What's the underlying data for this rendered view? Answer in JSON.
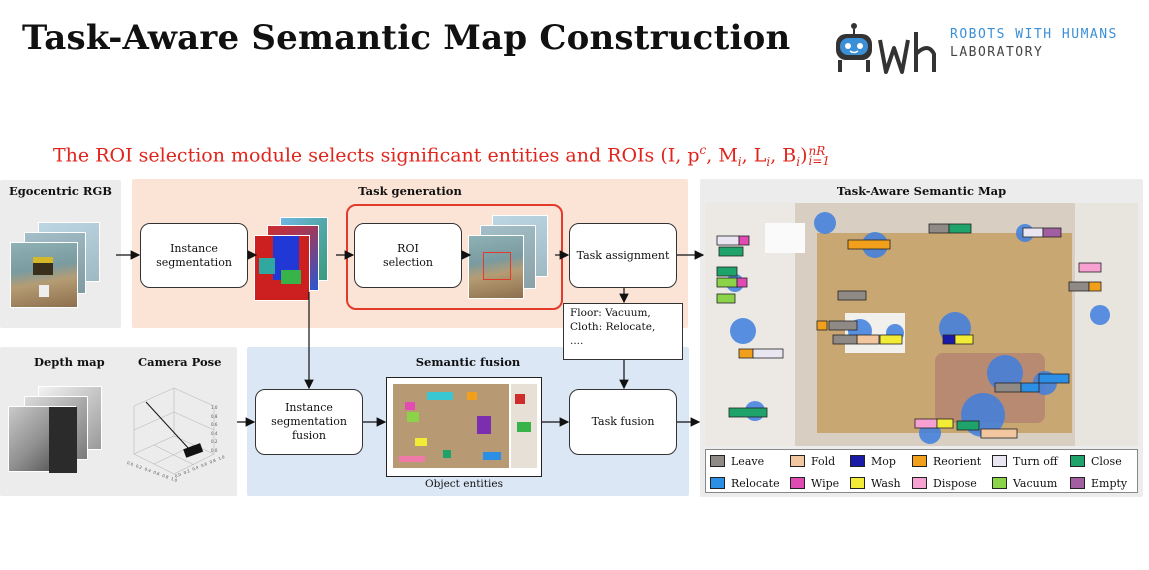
{
  "header": {
    "title": "Task-Aware Semantic Map Construction",
    "logo_line1": "ROBOTS WITH HUMANS",
    "logo_line2": "LABORATORY"
  },
  "subtitle": {
    "text": "The ROI selection module selects significant entities and ROIs (I, p",
    "sup1": "c",
    "text2": ", M",
    "sub_i1": "i",
    "text3": ", L",
    "sub_i2": "i",
    "text4": ", B",
    "sub_i3": "i",
    "text5": ")",
    "sup_nr": "nR",
    "sub_range": "i=1"
  },
  "panels": {
    "egocentric": "Egocentric RGB",
    "task_generation": "Task generation",
    "depth_map": "Depth map",
    "camera_pose": "Camera Pose",
    "semantic_fusion": "Semantic fusion",
    "semantic_map": "Task-Aware Semantic Map"
  },
  "nodes": {
    "instance_seg_1": "Instance",
    "instance_seg_2": "segmentation",
    "roi_1": "ROI",
    "roi_2": "selection",
    "task_assignment": "Task assignment",
    "isf_1": "Instance",
    "isf_2": "segmentation",
    "isf_3": "fusion",
    "task_fusion": "Task fusion",
    "object_entities": "Object entities"
  },
  "assignment_note": {
    "line1": "Floor: Vacuum,",
    "line2": "Cloth: Relocate,",
    "line3": "...."
  },
  "legend": [
    {
      "label": "Leave",
      "color": "#8f8a86"
    },
    {
      "label": "Fold",
      "color": "#f2c7a0"
    },
    {
      "label": "Mop",
      "color": "#1a1aa8"
    },
    {
      "label": "Reorient",
      "color": "#f2a01c"
    },
    {
      "label": "Turn off",
      "color": "#e9e6f2"
    },
    {
      "label": "Close",
      "color": "#1ea36a"
    },
    {
      "label": "Relocate",
      "color": "#2b8fe6"
    },
    {
      "label": "Wipe",
      "color": "#e04bb3"
    },
    {
      "label": "Wash",
      "color": "#f2ec36"
    },
    {
      "label": "Dispose",
      "color": "#f7a1d3"
    },
    {
      "label": "Vacuum",
      "color": "#8bd44a"
    },
    {
      "label": "Empty",
      "color": "#a15ea0"
    }
  ],
  "axis_ticks": {
    "z": [
      "1.0",
      "0.8",
      "0.6",
      "0.4",
      "0.2",
      "0.0"
    ],
    "x": [
      "0.0",
      "0.2",
      "0.4",
      "0.6",
      "0.8",
      "1.0"
    ],
    "y": [
      "0.0",
      "0.2",
      "0.4",
      "0.6",
      "0.8",
      "1.0"
    ]
  }
}
